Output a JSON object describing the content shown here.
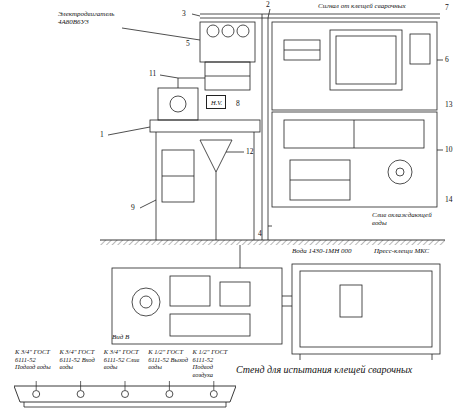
{
  "diagram": {
    "caption": "Стенд для испытания клещей сварочных",
    "nodes": [
      {
        "text": [
          "H.V."
        ]
      },
      {
        "text": [
          "К 3/4\" ГОСТ 6111-52 Подвод воды",
          "К 3/4\" ГОСТ 6111-52 Вход воды",
          "К 3/4\" ГОСТ 6111-52 Слив воды",
          "К 1/2\" ГОСТ 6111-52 Выход воды",
          "К 1/2\" ГОСТ 6111-52 Подвод воздуха"
        ]
      }
    ],
    "labels": [
      "Электродвигатель 4А80В6У3",
      "Вид В",
      "1",
      "2",
      "3",
      "4",
      "5",
      "6",
      "7",
      "8",
      "9",
      "10",
      "11",
      "12",
      "13",
      "14",
      "Сигнал от клещей сварочных",
      "Слив охлаждающей воды",
      "Вода 1430-1МН 000",
      "Пресс-клещи МКС"
    ]
  }
}
